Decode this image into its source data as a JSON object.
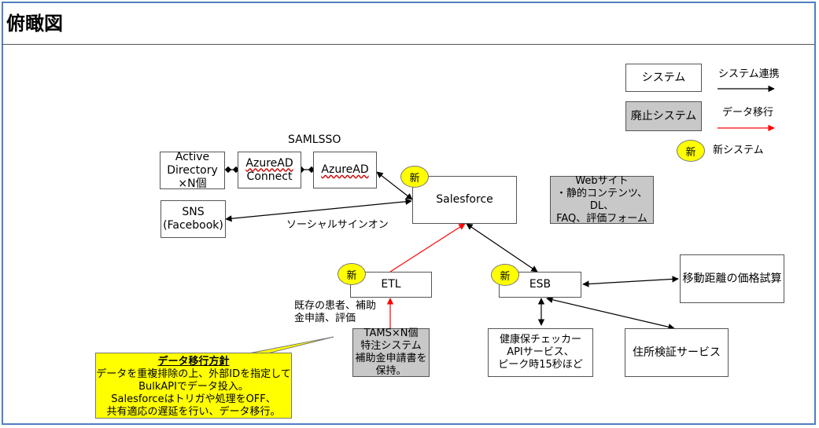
{
  "title": "俯瞰図",
  "legend": {
    "system": "システム",
    "retired_system": "廃止システム",
    "integration": "システム連携",
    "migration": "データ移行",
    "new_system": "新システム",
    "badge": "新",
    "colors": {
      "integration": "#000000",
      "migration": "#ff0000",
      "new_badge": "#ffff00",
      "retired_fill": "#c8c8c8"
    }
  },
  "nodes": {
    "samlsso_label": "SAMLSSO",
    "active_directory": "Active\nDirectory\n×N個",
    "azure_ad_connect_1": "AzureAD",
    "azure_ad_connect_2": "Connect",
    "azure_ad": "AzureAD",
    "sns": "SNS\n(Facebook)",
    "social_signon": "ソーシャルサインオン",
    "salesforce": "Salesforce",
    "website": "Webサイト\n・静的コンテンツ、DL、\nFAQ、評価フォーム",
    "etl": "ETL",
    "esb": "ESB",
    "distance": "移動距離の価格試算",
    "tams": "TAMS×N個\n特注システム\n補助金申請書を保持。",
    "health_checker": "健康保チェッカー\nAPIサービス、\nピーク時15秒ほど",
    "address": "住所検証サービス",
    "etl_note": "既存の患者、補助\n金申請、評価"
  },
  "callout": {
    "title": "データ移行方針",
    "body": "データを重複排除の上、外部IDを指定して\nBulkAPIでデータ投入。\nSalesforceはトリガや処理をOFF、\n共有適応の遅延を行い、データ移行。"
  }
}
